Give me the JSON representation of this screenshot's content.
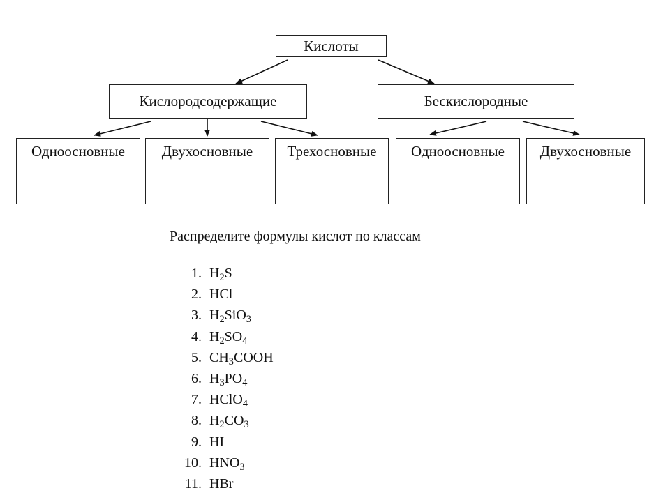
{
  "diagram": {
    "root": "Кислоты",
    "level2": [
      "Кислородсодержащие",
      "Бескислородные"
    ],
    "level3": [
      {
        "label": "Одноосновные",
        "parent": 0
      },
      {
        "label": "Двухосновные",
        "parent": 0
      },
      {
        "label": "Трехосновные",
        "parent": 0
      },
      {
        "label": "Одноосновные",
        "parent": 1
      },
      {
        "label": "Двухосновные",
        "parent": 1
      }
    ]
  },
  "task": {
    "instruction": "Распределите формулы кислот по классам",
    "formulas": [
      {
        "num": "1.",
        "parts": [
          [
            "H",
            ""
          ],
          [
            "2",
            "sub"
          ],
          [
            "S",
            ""
          ]
        ]
      },
      {
        "num": "2.",
        "parts": [
          [
            "HCl",
            ""
          ]
        ]
      },
      {
        "num": "3.",
        "parts": [
          [
            "H",
            ""
          ],
          [
            "2",
            "sub"
          ],
          [
            "SiO",
            ""
          ],
          [
            "3",
            "sub"
          ]
        ]
      },
      {
        "num": "4.",
        "parts": [
          [
            "H",
            ""
          ],
          [
            "2",
            "sub"
          ],
          [
            "SO",
            ""
          ],
          [
            "4",
            "sub"
          ]
        ]
      },
      {
        "num": "5.",
        "parts": [
          [
            "CH",
            ""
          ],
          [
            "3",
            "sub"
          ],
          [
            "COOH",
            ""
          ]
        ]
      },
      {
        "num": "6.",
        "parts": [
          [
            "H",
            ""
          ],
          [
            "3",
            "sub"
          ],
          [
            "PO",
            ""
          ],
          [
            "4",
            "sub"
          ]
        ]
      },
      {
        "num": "7.",
        "parts": [
          [
            "HClO",
            ""
          ],
          [
            "4",
            "sub"
          ]
        ]
      },
      {
        "num": "8.",
        "parts": [
          [
            "H",
            ""
          ],
          [
            "2",
            "sub"
          ],
          [
            "CO",
            ""
          ],
          [
            "3",
            "sub"
          ]
        ]
      },
      {
        "num": "9.",
        "parts": [
          [
            "HI",
            ""
          ]
        ]
      },
      {
        "num": "10.",
        "parts": [
          [
            "HNO",
            ""
          ],
          [
            "3",
            "sub"
          ]
        ]
      },
      {
        "num": "11.",
        "parts": [
          [
            "HBr",
            ""
          ]
        ]
      }
    ]
  }
}
